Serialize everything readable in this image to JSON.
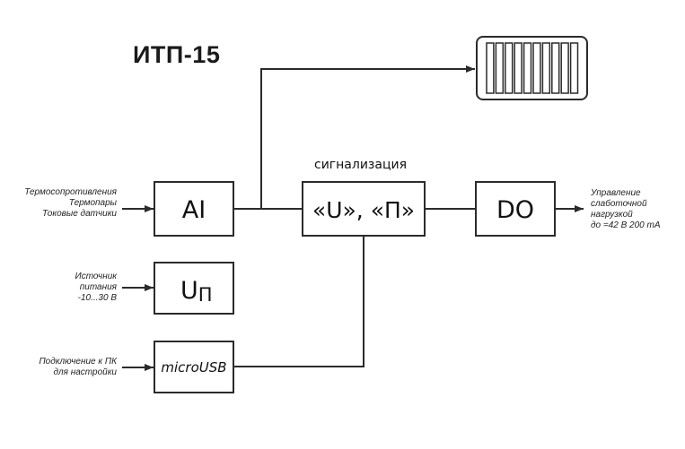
{
  "title": "ИТП-15",
  "signal_label": "сигнализация",
  "blocks": {
    "ai": "AI",
    "signal": "«U», «П»",
    "do": "DO",
    "power": "U",
    "power_sub": "П",
    "usb": "microUSB"
  },
  "inputs": {
    "ai": [
      "Термосопротивления",
      "Термопары",
      "Токовые датчики"
    ],
    "power": [
      "Источник",
      "питания",
      "-10...30 В"
    ],
    "usb": [
      "Подключение к ПК",
      "для настройки"
    ]
  },
  "output": [
    "Управление",
    "слаботочной",
    "нагрузкой",
    "до =42 В 200 mA"
  ],
  "display": {
    "segments": 10,
    "icon": "bargraph-display-icon"
  },
  "colors": {
    "line": "#2b2b2b",
    "text": "#1a1a1a"
  }
}
